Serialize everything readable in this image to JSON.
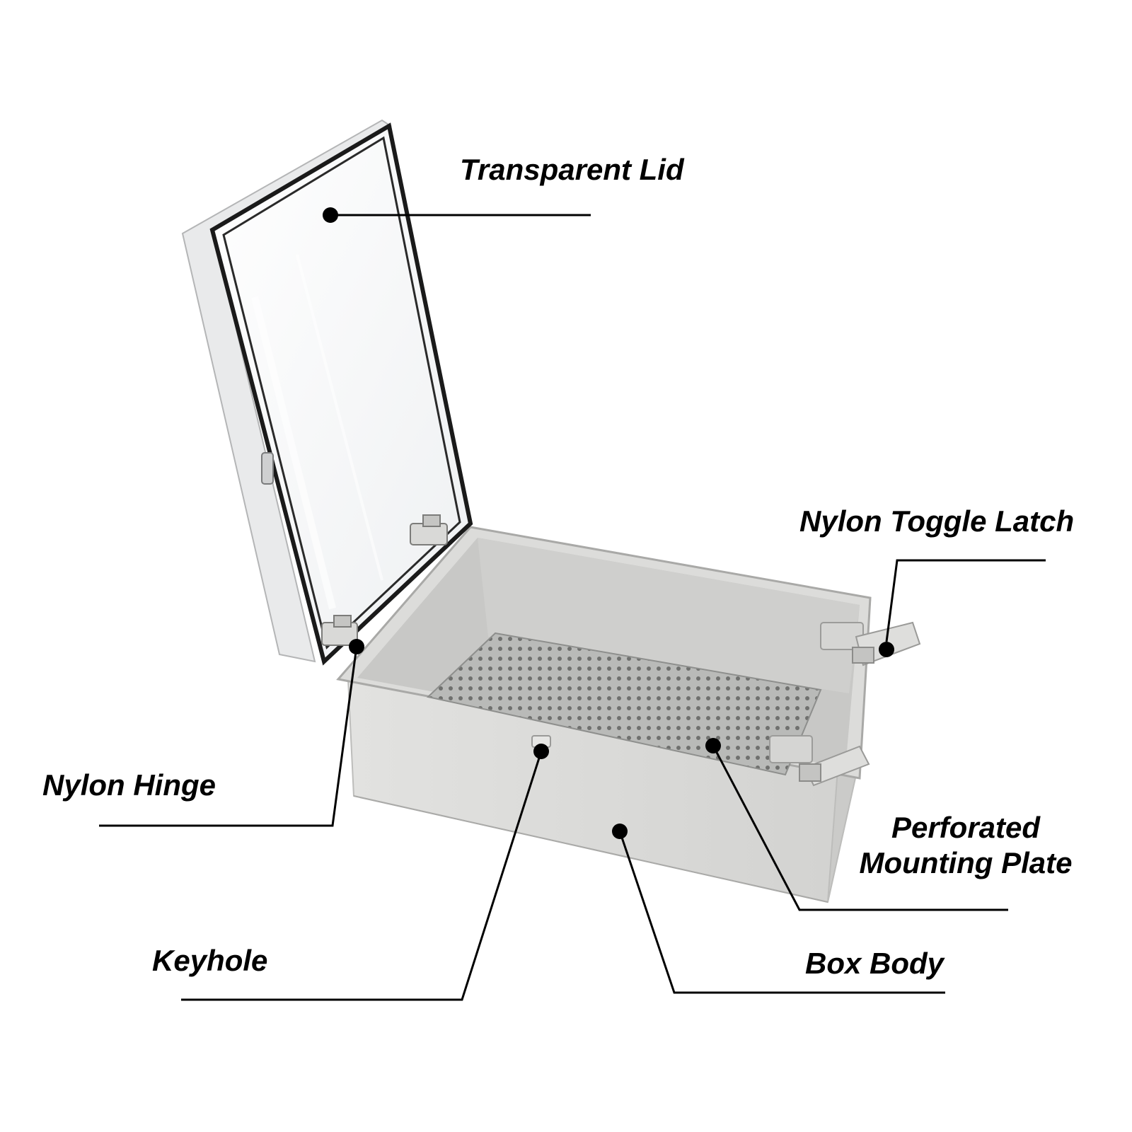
{
  "image": {
    "subject": "enclosure-box-with-open-lid",
    "colors": {
      "background": "#ffffff",
      "box_body": "#d8d8d6",
      "box_inner": "#c9c9c7",
      "plate": "#b7b8b6",
      "lid_frame": "#1a1a1a",
      "lid_glass": "#f4f5f6",
      "leader": "#000000"
    }
  },
  "labels": {
    "transparent_lid": "Transparent Lid",
    "nylon_toggle_latch": "Nylon Toggle Latch",
    "nylon_hinge": "Nylon Hinge",
    "perforated_line1": "Perforated",
    "perforated_line2": "Mounting Plate",
    "keyhole": "Keyhole",
    "box_body": "Box Body"
  }
}
